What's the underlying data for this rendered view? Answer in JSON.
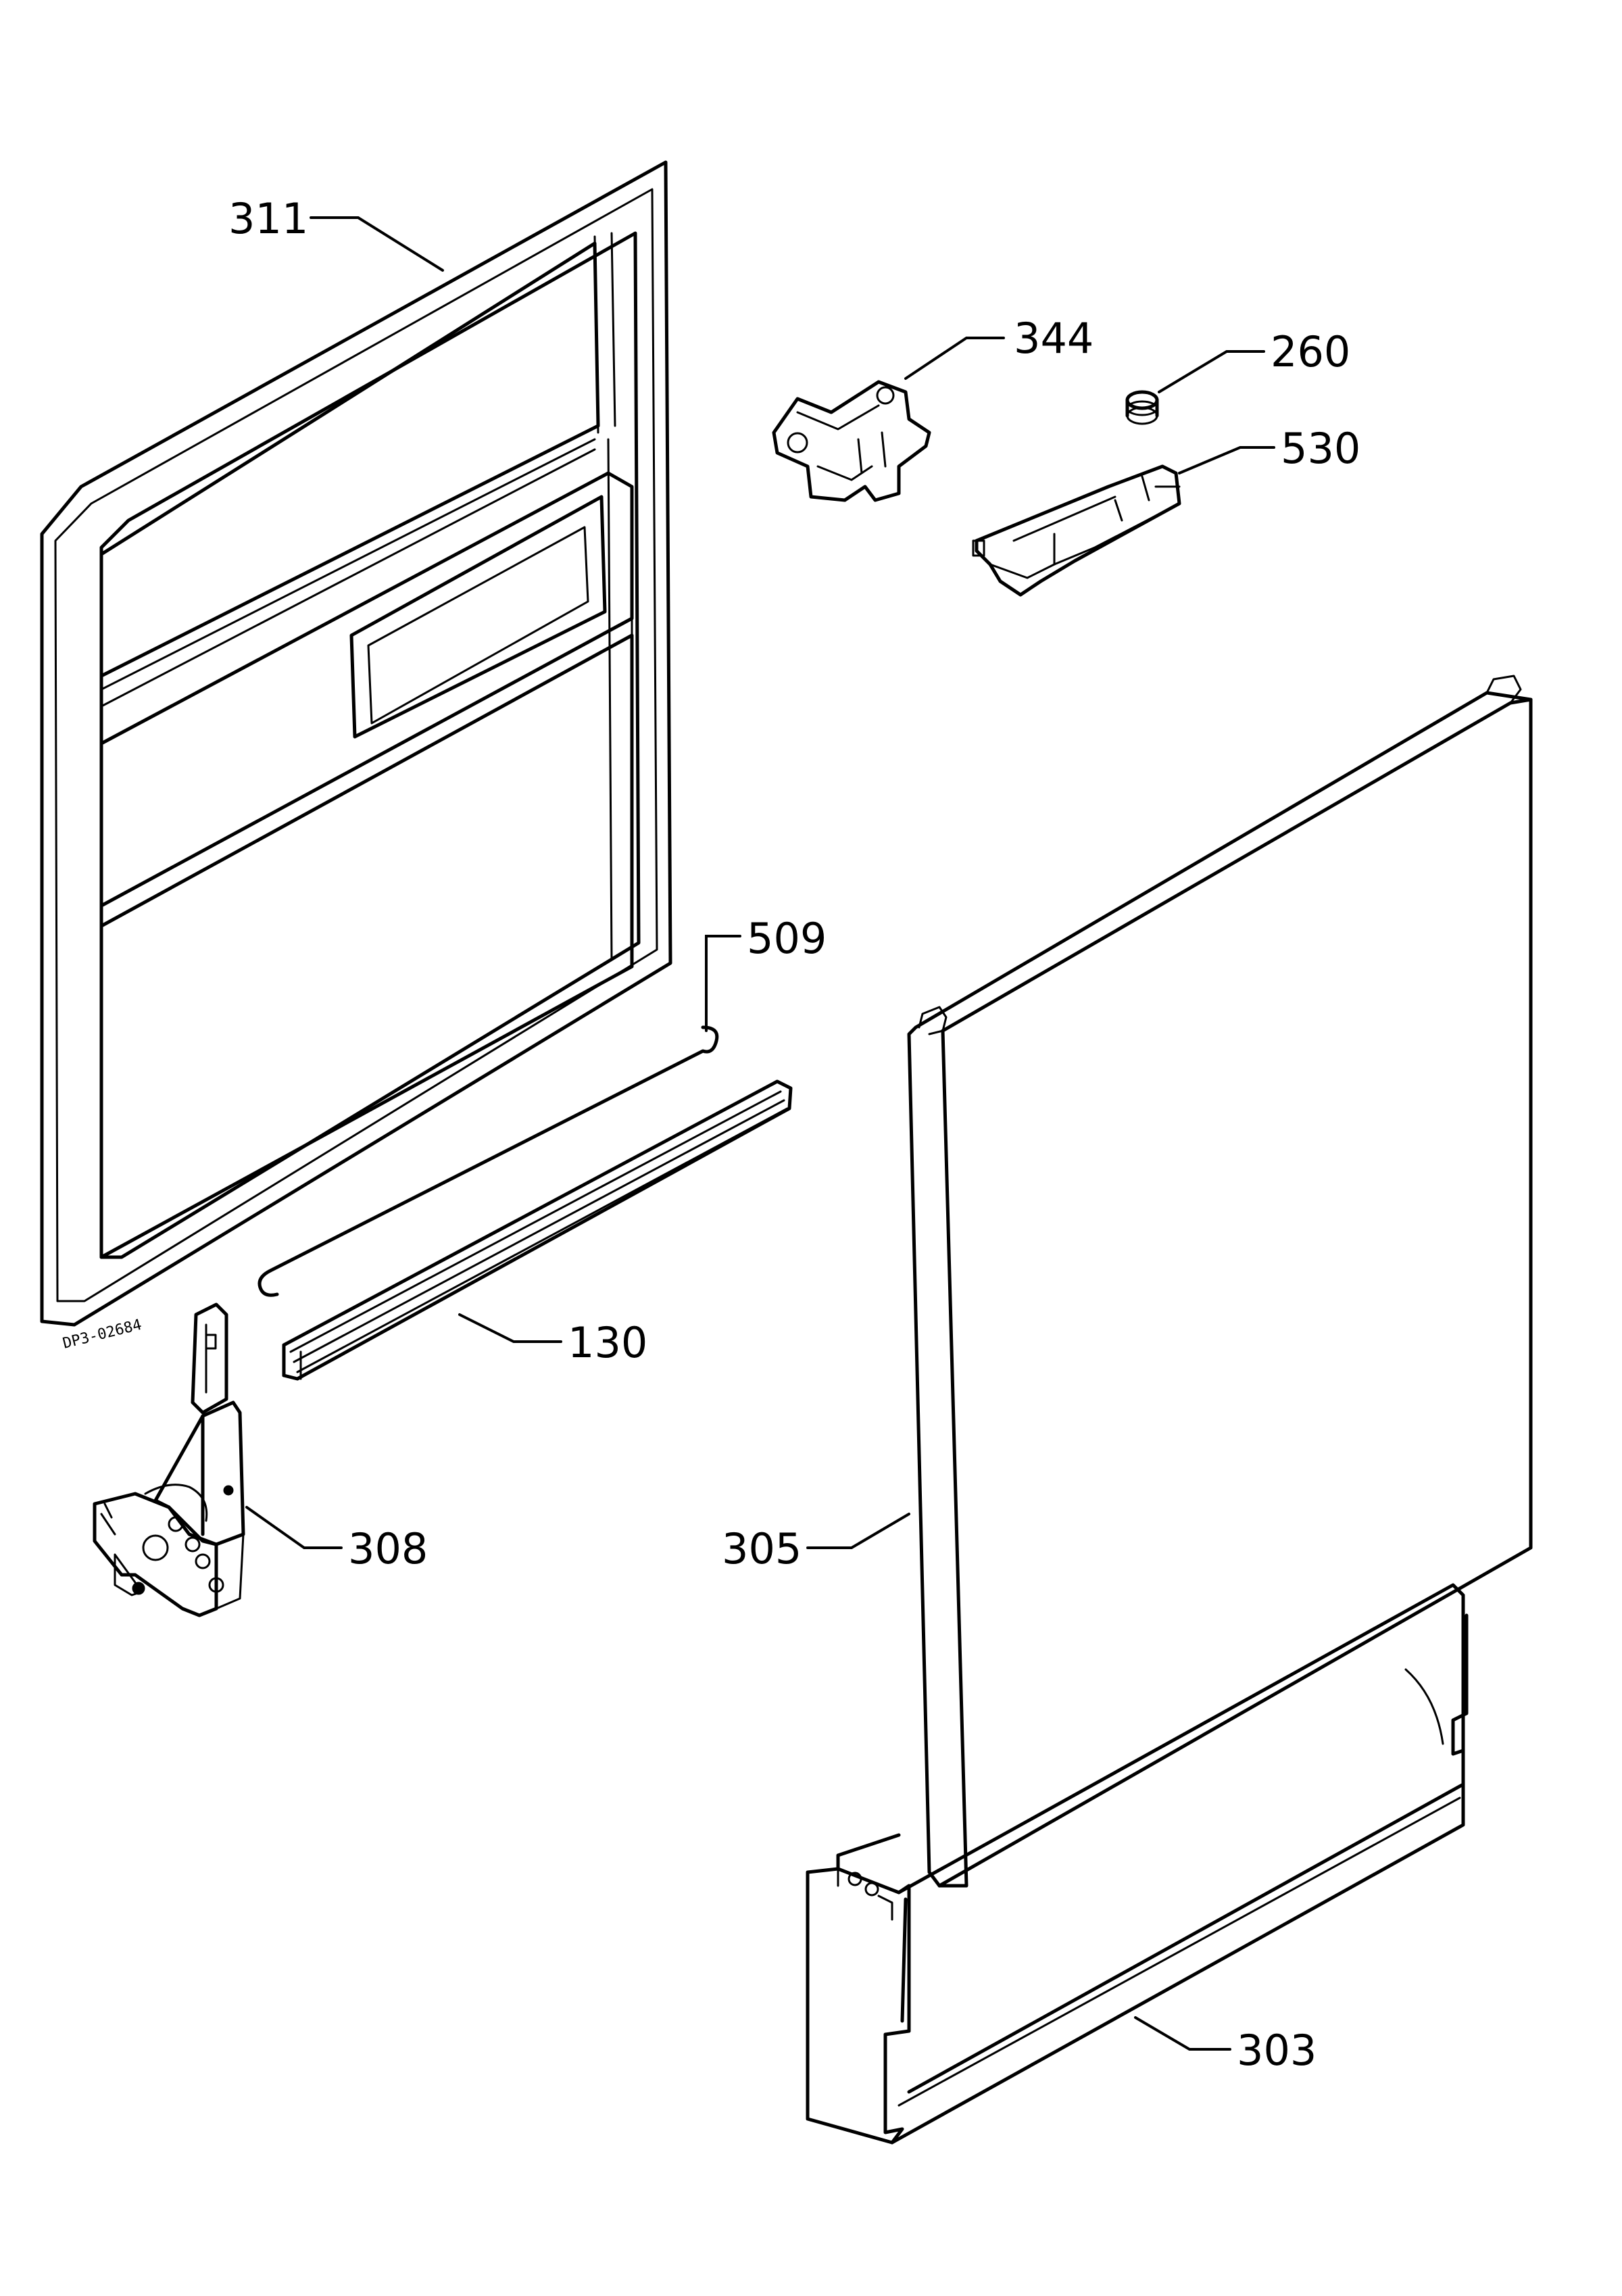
{
  "drawing_code": "DP3-02684",
  "callouts": [
    {
      "id": "311",
      "text": "311"
    },
    {
      "id": "344",
      "text": "344"
    },
    {
      "id": "260",
      "text": "260"
    },
    {
      "id": "530",
      "text": "530"
    },
    {
      "id": "509",
      "text": "509"
    },
    {
      "id": "130",
      "text": "130"
    },
    {
      "id": "308",
      "text": "308"
    },
    {
      "id": "305",
      "text": "305"
    },
    {
      "id": "303",
      "text": "303"
    }
  ]
}
